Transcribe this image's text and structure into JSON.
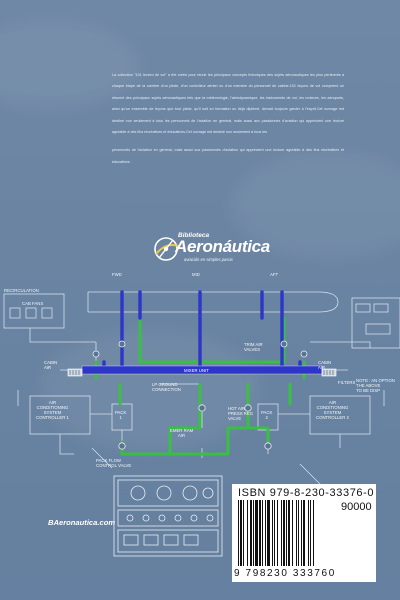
{
  "blurb": {
    "p1": "La collection \"101 lezioni de vol\" a été créée pour réunir les principaux concepts théoriques des sujets aéronautiques les plus pertinents à chaque étape de la carrière d'un pilote, d'un contrôleur aérien ou d'un membre du personnel de cabine.101 leçons de vol comprend un résumé des principaux sujets aéronautiques tels que la météorologie, l'aérodynamique, les instruments de vol, les moteurs, les aéroports, ainsi qu'un ensemble de leçons que tout pilote, qu'il soit en formation ou déjà diplômé, devrait toujours garder à l'esprit.Cet ouvrage est destiné non seulement à tous les personnels de l'aviation en général, mais aussi aux passionnés d'aviation qui apprécient une lecture agréable à des fins récréatives et éducatives.Cet ouvrage est destiné non seulement à tous les",
    "p2": "personnels de l'aviation en général, mais aussi aux passionnés d'aviation qui apprécient une lecture agréable à des fins récréatives et éducatives."
  },
  "logo": {
    "line1": "Biblioteca",
    "line2": "Aeronáutica",
    "line3": "aviación en simples pasos"
  },
  "diagram": {
    "fwd": "FWD",
    "mid": "MID",
    "aft": "AFT",
    "recirculation": "RECIRCULATION",
    "cab_fans": "CAB FANS",
    "trim_air_valves": "TRIM AIR\nVALVES",
    "cabin_air_left": "CABIN\nAIR",
    "cabin_air_right": "CABIN\nAIR",
    "mixer_unit": "MIXER UNIT",
    "filters": "FILTERS",
    "note": "NOTE : AN OPTION\nTHE ABOVE\nTO BE DISP",
    "lp_ground": "LP GROUND\nCONNECTION",
    "controller_1": "AIR\nCONDITIONING\nSYSTEM\nCONTROLLER 1",
    "controller_2": "AIR\nCONDITIONING\nSYSTEM\nCONTROLLER 2",
    "pack_1": "PACK\n1",
    "pack_2": "PACK\n2",
    "emer_ram_air": "EMER RAM\nAIR",
    "hot_air_valve": "HOT AIR\nPRESS REG\nVALVE",
    "pack_flow_valve": "PACK FLOW\nCONTROL VALVE"
  },
  "website": "BAeronautica.com",
  "barcode": {
    "isbn": "ISBN 979-8-230-33376-0",
    "price_code": "90000",
    "ean": "9 798230 333760"
  },
  "colors": {
    "background": "#6a84a2",
    "duct_blue": "#2d36c8",
    "duct_green": "#39c043",
    "line_white": "#e9eef5"
  }
}
